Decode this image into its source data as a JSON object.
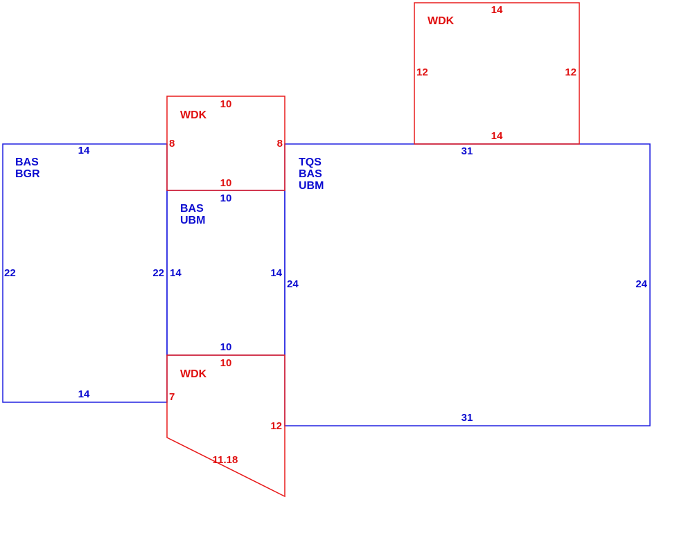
{
  "colors": {
    "living_area": "#0b0bd0",
    "deck": "#e01010"
  },
  "areas": {
    "bas_bgr": {
      "codes": [
        "BAS",
        "BGR"
      ],
      "dimensions": {
        "top": "14",
        "bottom": "14",
        "left": "22",
        "right": "22"
      }
    },
    "bas_ubm": {
      "codes": [
        "BAS",
        "UBM"
      ],
      "dimensions": {
        "top": "10",
        "bottom": "10",
        "left": "14",
        "right": "14"
      }
    },
    "tqs_bas_ubm": {
      "codes": [
        "TQS",
        "BAS",
        "UBM"
      ],
      "dimensions": {
        "top": "31",
        "bottom": "31",
        "left": "24",
        "right": "24"
      }
    },
    "wdk_top": {
      "codes": [
        "WDK"
      ],
      "dimensions": {
        "top": "14",
        "bottom": "14",
        "left": "12",
        "right": "12"
      }
    },
    "wdk_mid": {
      "codes": [
        "WDK"
      ],
      "dimensions": {
        "top": "10",
        "bottom": "10",
        "left": "8",
        "right": "8"
      }
    },
    "wdk_bottom": {
      "codes": [
        "WDK"
      ],
      "dimensions": {
        "top": "10",
        "left": "7",
        "right": "12",
        "diagonal": "11.18"
      }
    }
  }
}
